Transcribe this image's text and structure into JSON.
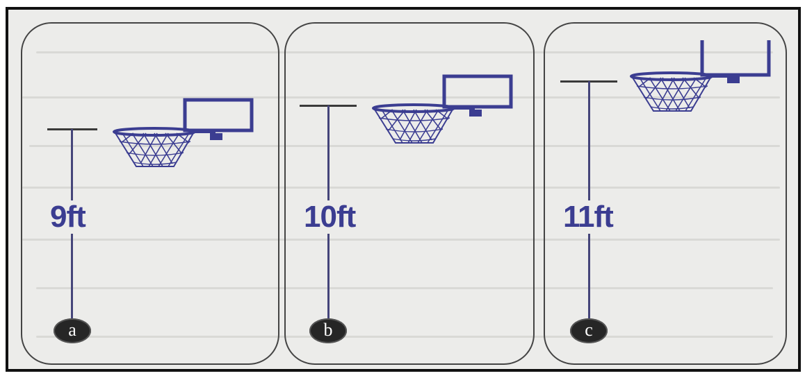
{
  "panels": [
    {
      "marker": "a",
      "height_label": "9ft",
      "height_ft": 9
    },
    {
      "marker": "b",
      "height_label": "10ft",
      "height_ft": 10
    },
    {
      "marker": "c",
      "height_label": "11ft",
      "height_ft": 11
    }
  ],
  "colors": {
    "frame_border": "#111111",
    "panel_border": "#444444",
    "hoop_blue": "#3b3d91",
    "label_blue": "#3b3d91",
    "marker_fill": "#262626"
  },
  "icons": [
    "basketball-hoop-icon",
    "height-pole-icon"
  ]
}
